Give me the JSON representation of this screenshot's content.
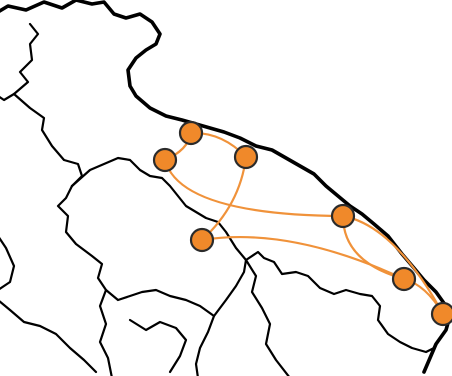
{
  "map": {
    "colors": {
      "background": "#ffffff",
      "coastline": "#000000",
      "borders": "#000000",
      "route": "#f0923a",
      "node_fill": "#f0892a",
      "node_stroke": "#2b2b2b"
    },
    "nodes": [
      {
        "id": "n1"
      },
      {
        "id": "n2"
      },
      {
        "id": "n3"
      },
      {
        "id": "n4"
      },
      {
        "id": "n5"
      },
      {
        "id": "n6"
      },
      {
        "id": "n7"
      }
    ],
    "routes": [
      {
        "from": "n1",
        "to": "n3"
      },
      {
        "from": "n1",
        "to": "n2"
      },
      {
        "from": "n2",
        "to": "n4"
      },
      {
        "from": "n3",
        "to": "n5"
      },
      {
        "from": "n4",
        "to": "n6"
      },
      {
        "from": "n4",
        "to": "n7"
      },
      {
        "from": "n5",
        "to": "n6"
      },
      {
        "from": "n6",
        "to": "n7"
      }
    ]
  }
}
